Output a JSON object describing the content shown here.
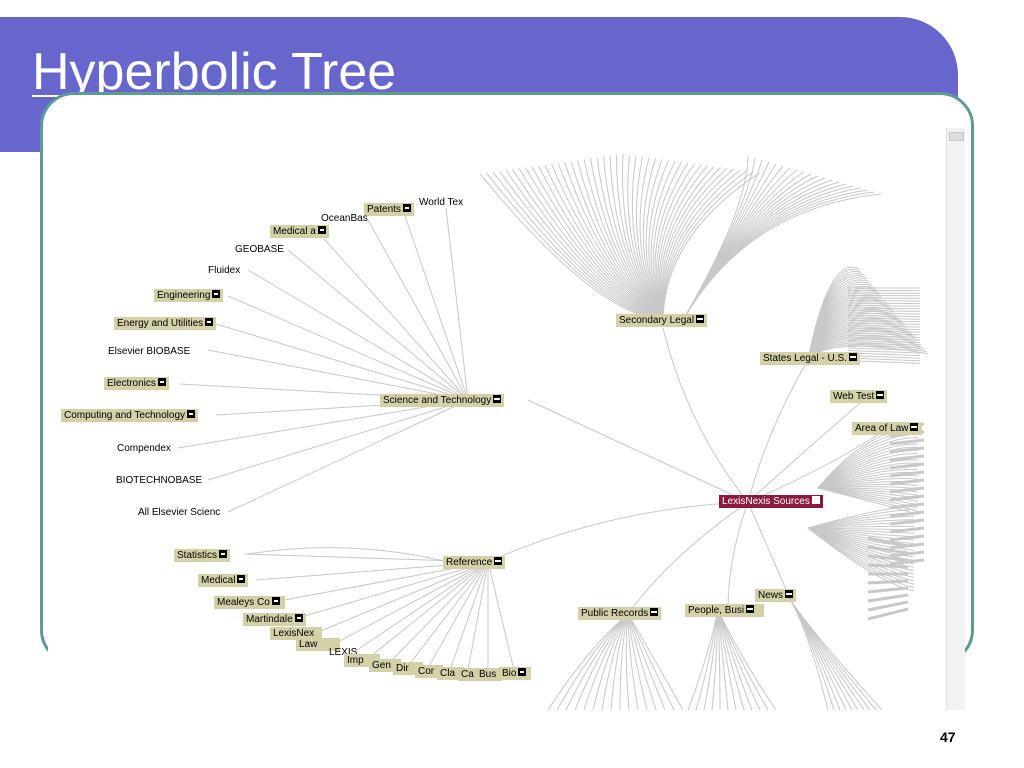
{
  "slide": {
    "title": "Hyperbolic Tree",
    "page_number": "47"
  },
  "colors": {
    "title_bar": "#6666cc",
    "frame_border": "#5f9a96",
    "node_fill": "#d4d0a8",
    "root_fill": "#8b1a3c",
    "edge": "#c8c8c8"
  },
  "tree": {
    "root": {
      "label": "LexisNexis Sources",
      "icon": "collapse-icon"
    },
    "secondary_legal": {
      "label": "Secondary Legal",
      "icon": "collapse-icon"
    },
    "states_legal": {
      "label": "States Legal - U.S.",
      "icon": "collapse-icon"
    },
    "web_test": {
      "label": "Web Test",
      "icon": "collapse-icon"
    },
    "area_of_law": {
      "label": "Area of Law",
      "icon": "collapse-icon"
    },
    "science_technology": {
      "label": "Science and Technology",
      "icon": "collapse-icon"
    },
    "reference": {
      "label": "Reference",
      "icon": "collapse-icon"
    },
    "public_records": {
      "label": "Public Records",
      "icon": "collapse-icon"
    },
    "people_business": {
      "label": "People, Busi",
      "icon": "collapse-icon"
    },
    "news": {
      "label": "News",
      "icon": "collapse-icon"
    },
    "science_children": {
      "world_tex": "World Tex",
      "patents": "Patents",
      "oceanbase": "OceanBas",
      "medical_a": "Medical a",
      "geobase": "GEOBASE",
      "fluidex": "Fluidex",
      "engineering": "Engineering",
      "energy_utilities": "Energy and Utilities",
      "elsevier_biobase": "Elsevier BIOBASE",
      "electronics": "Electronics",
      "computing_technology": "Computing and Technology",
      "compendex": "Compendex",
      "biotechnobase": "BIOTECHNOBASE",
      "all_elsevier": "All Elsevier Scienc"
    },
    "reference_children": {
      "statistics": "Statistics",
      "medical": "Medical",
      "mealeys": "Mealeys Co",
      "martindale": "Martindale",
      "lexisnexis": "LexisNex",
      "law": "Law",
      "lexis": "LEXIS",
      "imp": "Imp",
      "gen": "Gen",
      "dir": "Dir",
      "cor": "Cor",
      "cla": "Cla",
      "ca": "Ca",
      "bus": "Bus",
      "bio": "Bio"
    }
  }
}
